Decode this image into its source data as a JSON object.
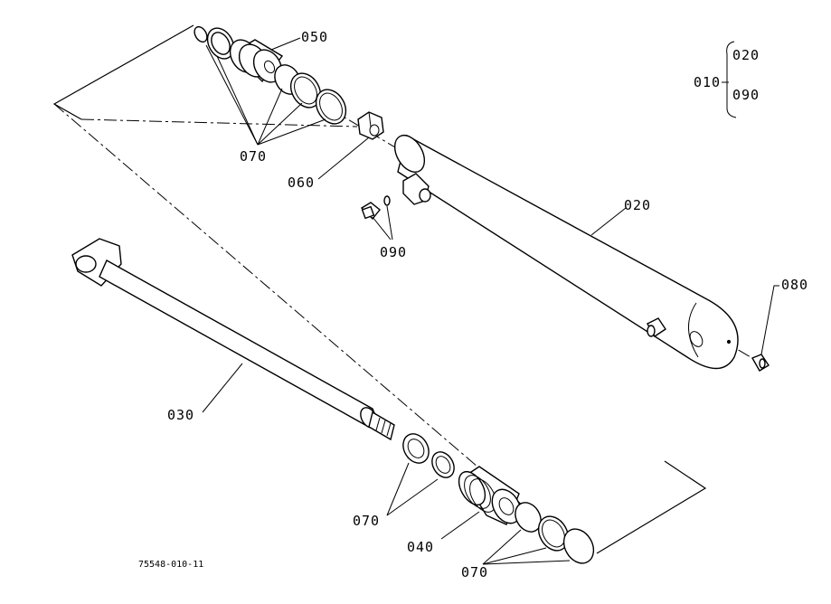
{
  "diagram": {
    "figure_code": "75548-010-11",
    "labels": {
      "p010": "010",
      "p020_legend": "020",
      "p090_legend": "090",
      "p050": "050",
      "p070_top": "070",
      "p060": "060",
      "p020": "020",
      "p090": "090",
      "p080": "080",
      "p030": "030",
      "p070_mid": "070",
      "p040": "040",
      "p070_bottom": "070"
    }
  }
}
